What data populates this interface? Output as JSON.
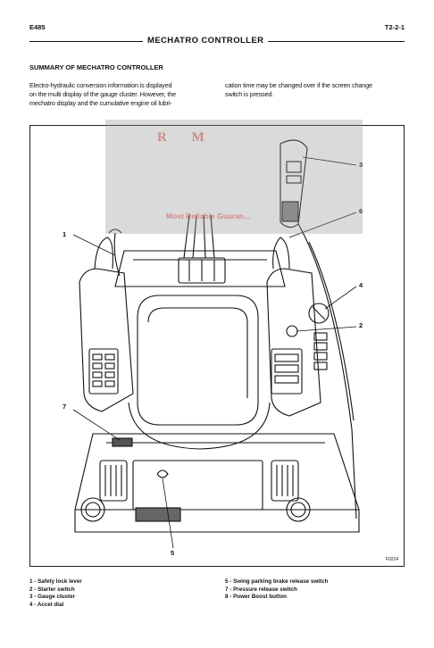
{
  "header": {
    "model": "E485",
    "page_ref": "T2-2-1",
    "chapter_title": "MECHATRO CONTROLLER"
  },
  "section_title": "SUMMARY OF MECHATRO CONTROLLER",
  "body": {
    "column_left": [
      "Electro-hydraulic conversion information is displayed",
      "on the multi display of the gauge cluster. However, the",
      "mechatro display and the cumulative engine oil lubri-"
    ],
    "column_right": [
      "cation time may be changed over if the screen change",
      "switch is pressed."
    ]
  },
  "figure": {
    "code": "F0224",
    "callouts": [
      "1",
      "2",
      "3",
      "4",
      "5",
      "6",
      "7"
    ]
  },
  "legend": {
    "left": [
      "1 - Safety lock lever",
      "2 - Starter switch",
      "3 - Gauge cluster",
      "4 - Accel dial"
    ],
    "right": [
      "5 - Swing parking brake release switch",
      "7 - Pressure release switch",
      "8 - Power Boost button"
    ]
  },
  "watermark": {
    "letters": "R M",
    "tagline": "Most Reliable Guaran..."
  }
}
